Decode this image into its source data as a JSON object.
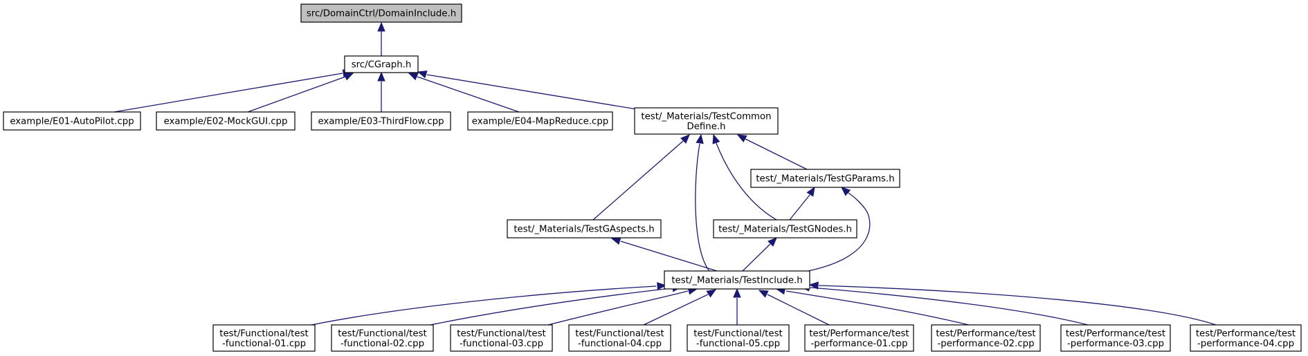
{
  "diagram": {
    "type": "include-dependency-graph",
    "colors": {
      "root_fill": "#bfbfbf",
      "node_fill": "#ffffff",
      "border": "#000000",
      "edge": "#191970"
    },
    "nodes": [
      {
        "id": "domaininclude",
        "lines": [
          "src/DomainCtrl/DomainInclude.h"
        ],
        "root": true
      },
      {
        "id": "cgraph",
        "lines": [
          "src/CGraph.h"
        ]
      },
      {
        "id": "e01",
        "lines": [
          "example/E01-AutoPilot.cpp"
        ]
      },
      {
        "id": "e02",
        "lines": [
          "example/E02-MockGUI.cpp"
        ]
      },
      {
        "id": "e03",
        "lines": [
          "example/E03-ThirdFlow.cpp"
        ]
      },
      {
        "id": "e04",
        "lines": [
          "example/E04-MapReduce.cpp"
        ]
      },
      {
        "id": "testcommon",
        "lines": [
          "test/_Materials/TestCommon",
          "Define.h"
        ]
      },
      {
        "id": "gparams",
        "lines": [
          "test/_Materials/TestGParams.h"
        ]
      },
      {
        "id": "gaspects",
        "lines": [
          "test/_Materials/TestGAspects.h"
        ]
      },
      {
        "id": "gnodes",
        "lines": [
          "test/_Materials/TestGNodes.h"
        ]
      },
      {
        "id": "testinclude",
        "lines": [
          "test/_Materials/TestInclude.h"
        ]
      },
      {
        "id": "f01",
        "lines": [
          "test/Functional/test",
          "-functional-01.cpp"
        ]
      },
      {
        "id": "f02",
        "lines": [
          "test/Functional/test",
          "-functional-02.cpp"
        ]
      },
      {
        "id": "f03",
        "lines": [
          "test/Functional/test",
          "-functional-03.cpp"
        ]
      },
      {
        "id": "f04",
        "lines": [
          "test/Functional/test",
          "-functional-04.cpp"
        ]
      },
      {
        "id": "f05",
        "lines": [
          "test/Functional/test",
          "-functional-05.cpp"
        ]
      },
      {
        "id": "p01",
        "lines": [
          "test/Performance/test",
          "-performance-01.cpp"
        ]
      },
      {
        "id": "p02",
        "lines": [
          "test/Performance/test",
          "-performance-02.cpp"
        ]
      },
      {
        "id": "p03",
        "lines": [
          "test/Performance/test",
          "-performance-03.cpp"
        ]
      },
      {
        "id": "p04",
        "lines": [
          "test/Performance/test",
          "-performance-04.cpp"
        ]
      }
    ],
    "edges": [
      {
        "from": "cgraph",
        "to": "domaininclude"
      },
      {
        "from": "e01",
        "to": "cgraph"
      },
      {
        "from": "e02",
        "to": "cgraph"
      },
      {
        "from": "e03",
        "to": "cgraph"
      },
      {
        "from": "e04",
        "to": "cgraph"
      },
      {
        "from": "testcommon",
        "to": "cgraph"
      },
      {
        "from": "gparams",
        "to": "testcommon"
      },
      {
        "from": "gaspects",
        "to": "testcommon"
      },
      {
        "from": "gnodes",
        "to": "testcommon"
      },
      {
        "from": "testinclude",
        "to": "testcommon"
      },
      {
        "from": "gnodes",
        "to": "gparams"
      },
      {
        "from": "testinclude",
        "to": "gparams"
      },
      {
        "from": "testinclude",
        "to": "gaspects"
      },
      {
        "from": "testinclude",
        "to": "gnodes"
      },
      {
        "from": "f01",
        "to": "testinclude"
      },
      {
        "from": "f02",
        "to": "testinclude"
      },
      {
        "from": "f03",
        "to": "testinclude"
      },
      {
        "from": "f04",
        "to": "testinclude"
      },
      {
        "from": "f05",
        "to": "testinclude"
      },
      {
        "from": "p01",
        "to": "testinclude"
      },
      {
        "from": "p02",
        "to": "testinclude"
      },
      {
        "from": "p03",
        "to": "testinclude"
      },
      {
        "from": "p04",
        "to": "testinclude"
      }
    ]
  }
}
